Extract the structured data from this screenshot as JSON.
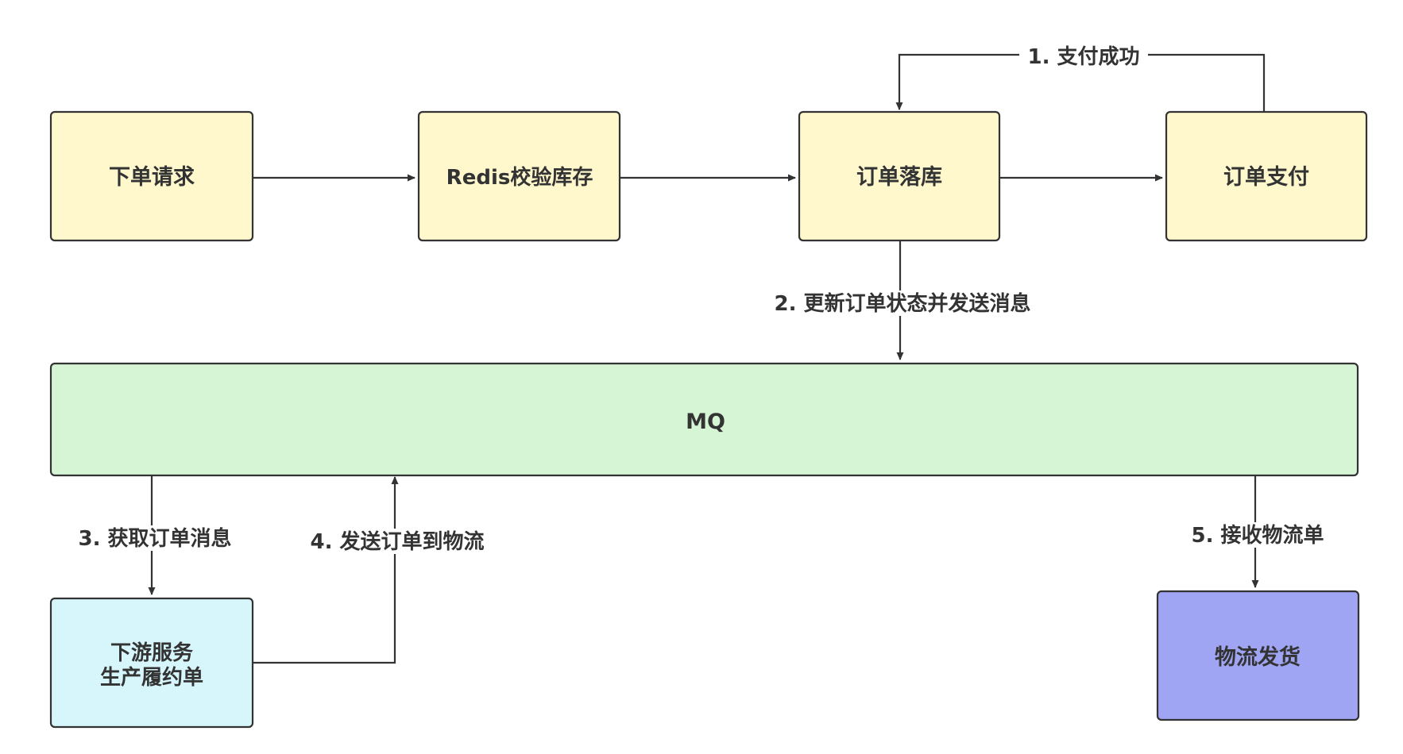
{
  "colors": {
    "yellow_fill": "#fff8cd",
    "green_fill": "#d5f5d4",
    "cyan_fill": "#d7f6fc",
    "purple_fill": "#9fa5f3",
    "stroke": "#333333",
    "text": "#333333"
  },
  "nodes": {
    "order_request": {
      "label": "下单请求"
    },
    "redis_check": {
      "label": "Redis校验库存"
    },
    "order_persist": {
      "label": "订单落库"
    },
    "order_payment": {
      "label": "订单支付"
    },
    "mq": {
      "label": "MQ"
    },
    "downstream_service": {
      "lines": [
        "下游服务",
        "生产履约单"
      ]
    },
    "logistics_ship": {
      "label": "物流发货"
    }
  },
  "edges": {
    "pay_success": {
      "label": "1. 支付成功"
    },
    "update_status": {
      "label": "2. 更新订单状态并发送消息"
    },
    "get_order_msg": {
      "label": "3. 获取订单消息"
    },
    "send_to_logistics": {
      "label": "4. 发送订单到物流"
    },
    "receive_logistics": {
      "label": "5. 接收物流单"
    }
  }
}
